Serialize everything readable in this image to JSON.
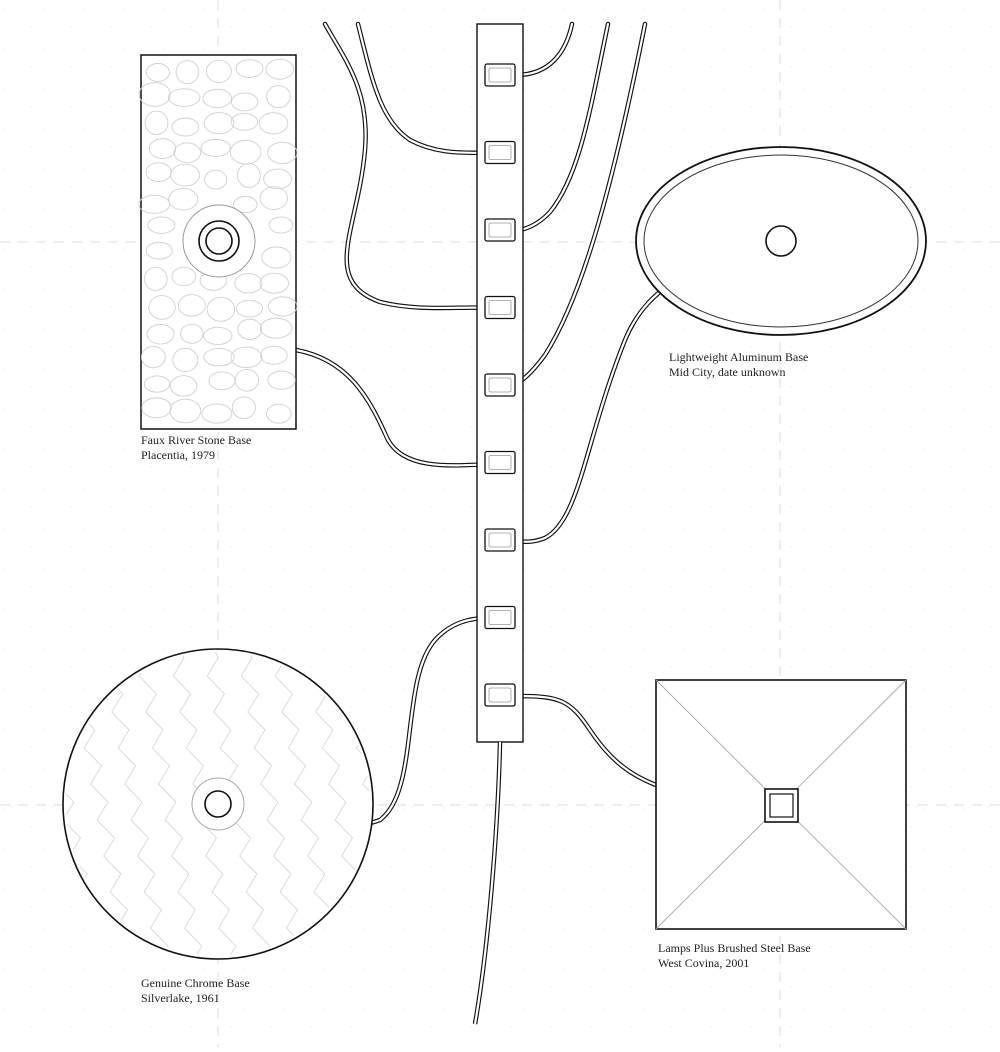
{
  "bases": {
    "stone": {
      "name": "Faux River Stone Base",
      "info": "Placentia, 1979"
    },
    "aluminum": {
      "name": "Lightweight Aluminum Base",
      "info": "Mid City, date unknown"
    },
    "chrome": {
      "name": "Genuine Chrome Base",
      "info": "Silverlake, 1961"
    },
    "steel": {
      "name": "Lamps Plus Brushed Steel Base",
      "info": "West Covina, 2001"
    }
  },
  "power_strip": {
    "outlet_count": 9
  }
}
